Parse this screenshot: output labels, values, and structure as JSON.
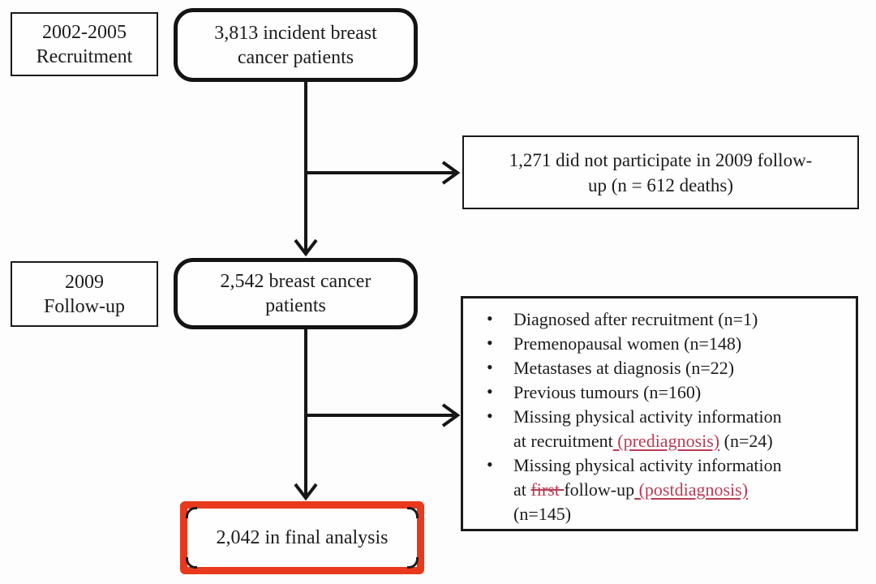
{
  "colors": {
    "line_black": "#1a1a1a",
    "text_black": "#1c1c1c",
    "tracked_change_red": "#b93c55",
    "highlight_border_red": "#e8391d",
    "background": "#fdfdfd"
  },
  "stages": {
    "recruitment": {
      "line1": "2002-2005",
      "line2": "Recruitment"
    },
    "followup": {
      "line1": "2009",
      "line2": "Follow-up"
    }
  },
  "nodes": {
    "incident": {
      "line1": "3,813 incident breast",
      "line2": "cancer patients"
    },
    "followup": {
      "line1": "2,542 breast cancer",
      "line2": "patients"
    },
    "final": {
      "text": "2,042 in final analysis"
    }
  },
  "exclusions": {
    "nonparticipation": {
      "line1": "1,271 did not participate in 2009 follow-",
      "line2": "up (n = 612 deaths)"
    },
    "bullet_glyph": "•",
    "bullets": [
      {
        "text": "Diagnosed after recruitment (n=1)"
      },
      {
        "text": "Premenopausal women (n=148)"
      },
      {
        "text": "Metastases at diagnosis (n=22)"
      },
      {
        "text": "Previous tumours (n=160)"
      },
      {
        "line1": "Missing physical activity information",
        "line2_pre": "at recruitment",
        "line2_ins": " (prediagnosis)",
        "line2_post": " (n=24)"
      },
      {
        "line1": "Missing physical activity information",
        "line2_pre": "at ",
        "line2_del": "first ",
        "line2_mid": "follow-up",
        "line2_ins": " (postdiagnosis)",
        "line3": "(n=145)"
      }
    ]
  }
}
